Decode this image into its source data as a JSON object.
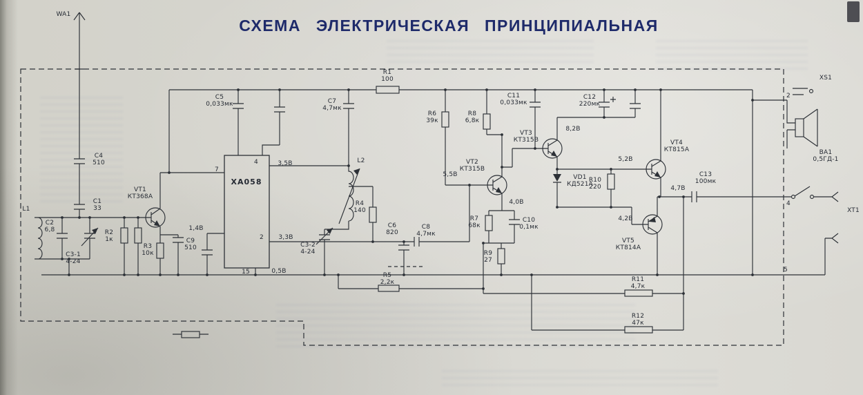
{
  "title": "СХЕМА ЭЛЕКТРИЧЕСКАЯ ПРИНЦИПИАЛЬНАЯ",
  "colors": {
    "ink": "#2c3036",
    "title": "#1e2a6a",
    "paper": "#d7d6d0"
  },
  "labels": {
    "wa1": "WA1",
    "c4": "С4\n510",
    "c1": "С1\n33",
    "l1": "L1",
    "c2": "С2\n6,8",
    "c3_1": "С3-1\n4-24",
    "r2": "R2\n1к",
    "r3": "R3\n10к",
    "vt1": "VT1\nКТ368А",
    "c9": "С9\n510",
    "ic": "ХА058",
    "pin4": "4",
    "pin7": "7",
    "pin2": "2",
    "pin15": "15",
    "v35": "3,5В",
    "v14": "1,4В",
    "v33": "3,3В",
    "v05": "0,5В",
    "c5": "С5\n0,033мк",
    "c7": "С7\n4,7мк",
    "r1": "R1\n100",
    "l2": "L2",
    "r4": "R4\n140",
    "c3_2": "С3-2\n4-24",
    "c6": "С6\n820",
    "c8": "С8\n4,7мк",
    "r5": "R5\n2,2к",
    "r6": "R6\n39к",
    "r7": "R7\n68к",
    "r8": "R8\n6,8к",
    "r9": "R9\n27",
    "c10": "С10\n0,1мк",
    "c11": "С11\n0,033мк",
    "c12": "С12\n220мк",
    "c13": "С13\n100мк",
    "r10": "R10\n220",
    "r11": "R11\n4,7к",
    "r12": "R12\n47к",
    "vt2": "VT2\nКТ315В",
    "vt3": "VT3\nКТ315В",
    "vt4": "VT4\nКТ815А",
    "vt5": "VT5\nКТ814А",
    "vd1": "VD1\nКД521А",
    "v55": "5,5В",
    "v82": "8,2В",
    "v40": "4,0В",
    "v52": "5,2В",
    "v42": "4,2В",
    "v47": "4,7В",
    "xs1": "XS1",
    "ba1": "BA1\n0,5ГД-1",
    "xt1": "XT1",
    "n2": "2",
    "n4": "4",
    "n5": "5"
  }
}
